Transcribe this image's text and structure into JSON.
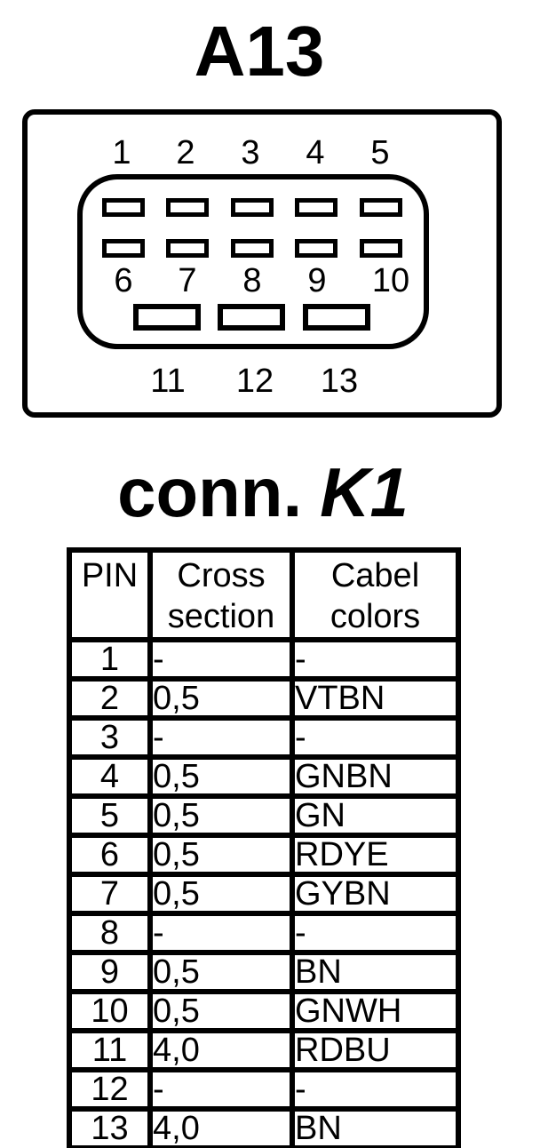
{
  "title": "A13",
  "subtitle": {
    "prefix": "conn.",
    "name": "K1"
  },
  "connector": {
    "row1_labels": [
      "1",
      "2",
      "3",
      "4",
      "5"
    ],
    "row2_labels": [
      "6",
      "7",
      "8",
      "9",
      "10"
    ],
    "row3_labels": [
      "11",
      "12",
      "13"
    ]
  },
  "table": {
    "headers": [
      {
        "line1": "PIN",
        "line2": ""
      },
      {
        "line1": "Cross",
        "line2": "section"
      },
      {
        "line1": "Cabel",
        "line2": "colors"
      }
    ],
    "rows": [
      {
        "pin": "1",
        "cross_section": "-",
        "cable_color": "-"
      },
      {
        "pin": "2",
        "cross_section": "0,5",
        "cable_color": "VTBN"
      },
      {
        "pin": "3",
        "cross_section": "-",
        "cable_color": "-"
      },
      {
        "pin": "4",
        "cross_section": "0,5",
        "cable_color": "GNBN"
      },
      {
        "pin": "5",
        "cross_section": "0,5",
        "cable_color": "GN"
      },
      {
        "pin": "6",
        "cross_section": "0,5",
        "cable_color": "RDYE"
      },
      {
        "pin": "7",
        "cross_section": "0,5",
        "cable_color": "GYBN"
      },
      {
        "pin": "8",
        "cross_section": "-",
        "cable_color": "-"
      },
      {
        "pin": "9",
        "cross_section": "0,5",
        "cable_color": "BN"
      },
      {
        "pin": "10",
        "cross_section": "0,5",
        "cable_color": "GNWH"
      },
      {
        "pin": "11",
        "cross_section": "4,0",
        "cable_color": "RDBU"
      },
      {
        "pin": "12",
        "cross_section": "-",
        "cable_color": "-"
      },
      {
        "pin": "13",
        "cross_section": "4,0",
        "cable_color": "BN"
      }
    ]
  },
  "colors": {
    "ink": "#000000",
    "background": "#ffffff"
  }
}
